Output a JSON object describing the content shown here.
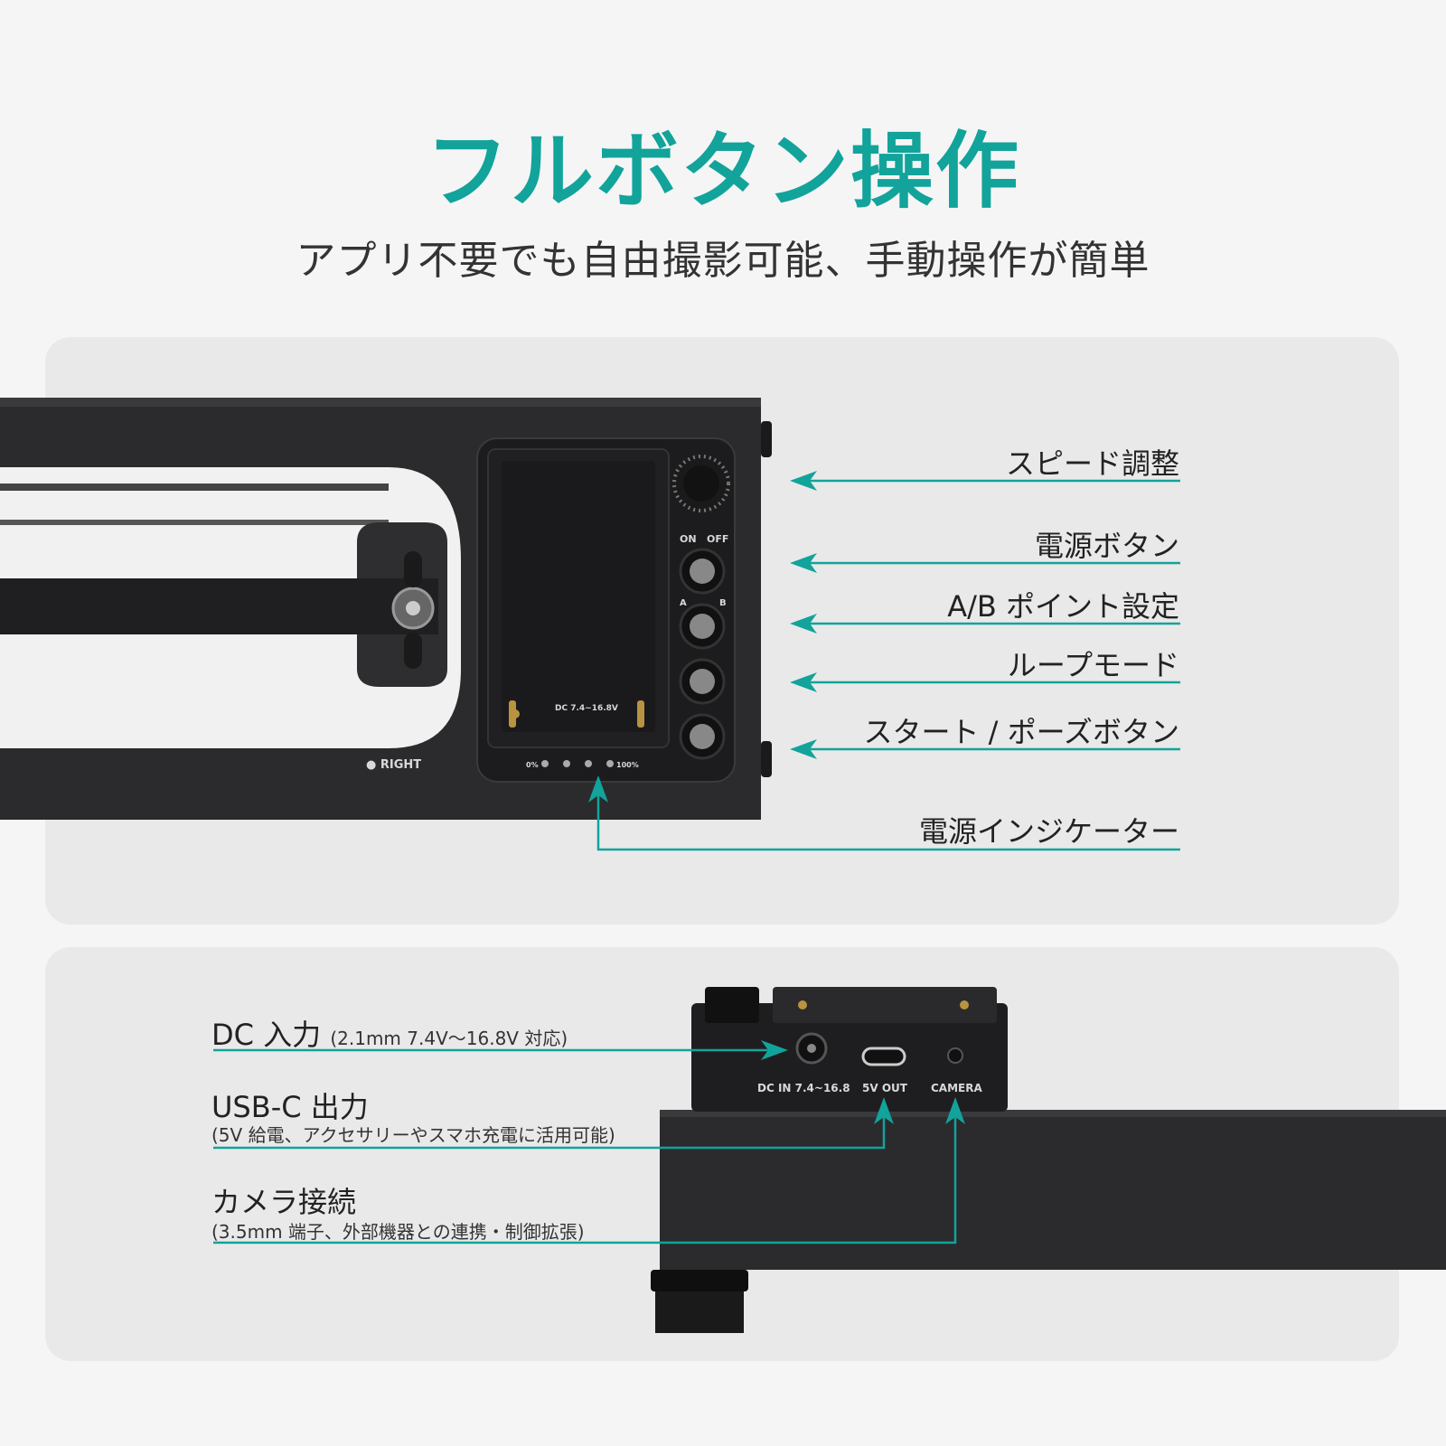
{
  "header": {
    "title": "フルボタン操作",
    "subtitle": "アプリ不要でも自由撮影可能、手動操作が簡単"
  },
  "top_panel": {
    "callouts": [
      {
        "label": "スピード調整"
      },
      {
        "label": "電源ボタン"
      },
      {
        "label": "A/B ポイント設定"
      },
      {
        "label": "ループモード"
      },
      {
        "label": "スタート / ポーズボタン"
      },
      {
        "label": "電源インジケーター"
      }
    ],
    "device": {
      "on_label": "ON",
      "off_label": "OFF",
      "a_label": "A",
      "b_label": "B",
      "right_label": "● RIGHT",
      "voltage_label": "DC 7.4~16.8V",
      "battery_min": "0%",
      "battery_max": "100%"
    }
  },
  "bottom_panel": {
    "callouts": [
      {
        "label": "DC 入力",
        "note": "(2.1mm 7.4V～16.8V 対応)"
      },
      {
        "label": "USB-C 出力",
        "note": "(5V 給電、アクセサリーやスマホ充電に活用可能)"
      },
      {
        "label": "カメラ接続",
        "note": "(3.5mm 端子、外部機器との連携・制御拡張)"
      }
    ],
    "ports": {
      "dc_in": "DC IN 7.4~16.8",
      "usb_out": "5V OUT",
      "camera": "CAMERA"
    }
  },
  "colors": {
    "accent": "#12a39b",
    "panel_bg": "#e9e9e9",
    "device": "#2a2a2c"
  }
}
